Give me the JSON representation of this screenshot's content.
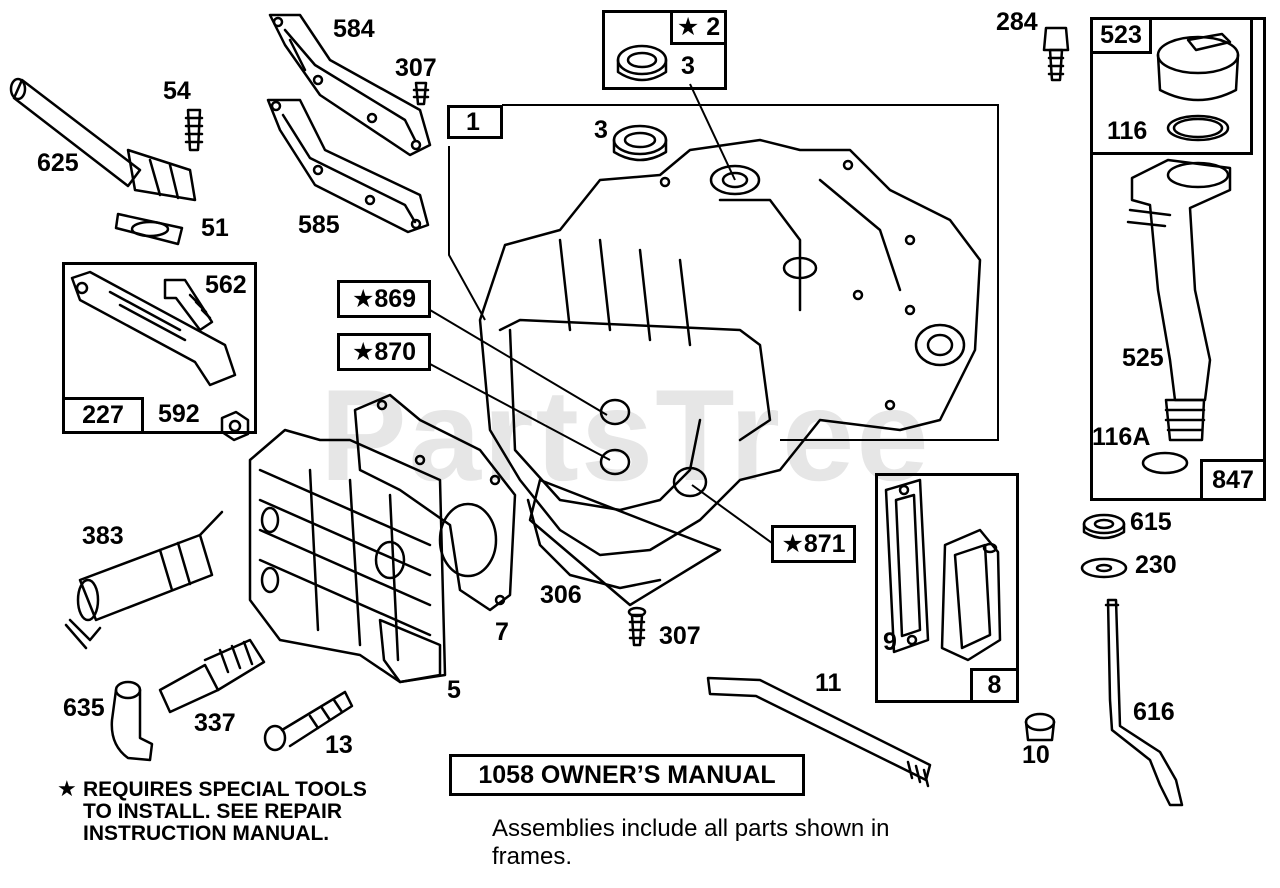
{
  "watermark": "PartsTree",
  "labels": {
    "p584": "584",
    "p307a": "307",
    "p54": "54",
    "p625": "625",
    "p51": "51",
    "p585": "585",
    "p3a": "3",
    "p3b": "3",
    "p1": "1",
    "p284": "284",
    "p523": "523",
    "p116": "116",
    "p525": "525",
    "p116a": "116A",
    "p847": "847",
    "p562": "562",
    "p227": "227",
    "p592": "592",
    "p869": "★869",
    "p870": "★870",
    "p871": "★871",
    "p2": "★ 2",
    "p615": "615",
    "p230": "230",
    "p383": "383",
    "p306": "306",
    "p7": "7",
    "p307b": "307",
    "p9": "9",
    "p8": "8",
    "p11": "11",
    "p616": "616",
    "p635": "635",
    "p337": "337",
    "p13": "13",
    "p5": "5",
    "p10": "10"
  },
  "manual_box": "1058 OWNER’S MANUAL",
  "note": {
    "star": "★",
    "line1": "REQUIRES SPECIAL TOOLS",
    "line2": "TO INSTALL.  SEE REPAIR",
    "line3": "INSTRUCTION MANUAL."
  },
  "caption": {
    "line1": "Assemblies include all parts shown in",
    "line2": "frames."
  }
}
